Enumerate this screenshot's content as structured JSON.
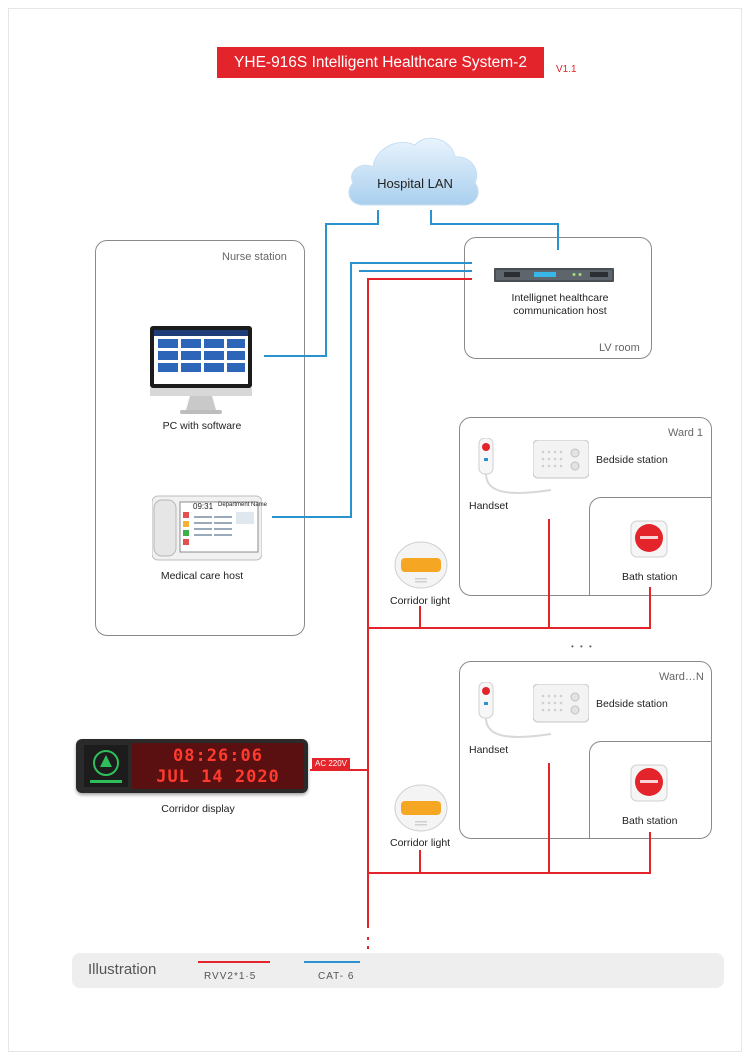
{
  "header": {
    "title": "YHE-916S Intelligent Healthcare System-2",
    "version": "V1.1"
  },
  "cloud": {
    "label": "Hospital LAN"
  },
  "rooms": {
    "nurse_station": "Nurse station",
    "lv_room": "LV room",
    "ward_1": "Ward 1",
    "ward_n": "Ward…N"
  },
  "devices": {
    "host": "Intellignet healthcare\ncommunication  host",
    "pc": "PC with software",
    "medical_host": "Medical care host",
    "corridor_display": "Corridor display",
    "ward1_bedside": "Bedside station",
    "ward1_handset": "Handset",
    "ward1_bath": "Bath station",
    "ward1_corridor_light": "Corridor light",
    "wardn_bedside": "Bedside station",
    "wardn_handset": "Handset",
    "wardn_bath": "Bath station",
    "wardn_corridor_light": "Corridor light"
  },
  "display": {
    "time": "08:26:06",
    "date": "JUL 14 2020",
    "power_tag": "AC 220V",
    "screen_time": "09:31",
    "screen_title": "Department Name"
  },
  "ellipsis": "• • •",
  "legend": {
    "title": "Illustration",
    "items": [
      {
        "label": "RVV2*1·5",
        "color": "#e3242b"
      },
      {
        "label": "CAT- 6",
        "color": "#2a93cf"
      }
    ]
  },
  "colors": {
    "red_wire": "#e3242b",
    "blue_wire": "#2a93cf",
    "accent": "#e3242b"
  }
}
